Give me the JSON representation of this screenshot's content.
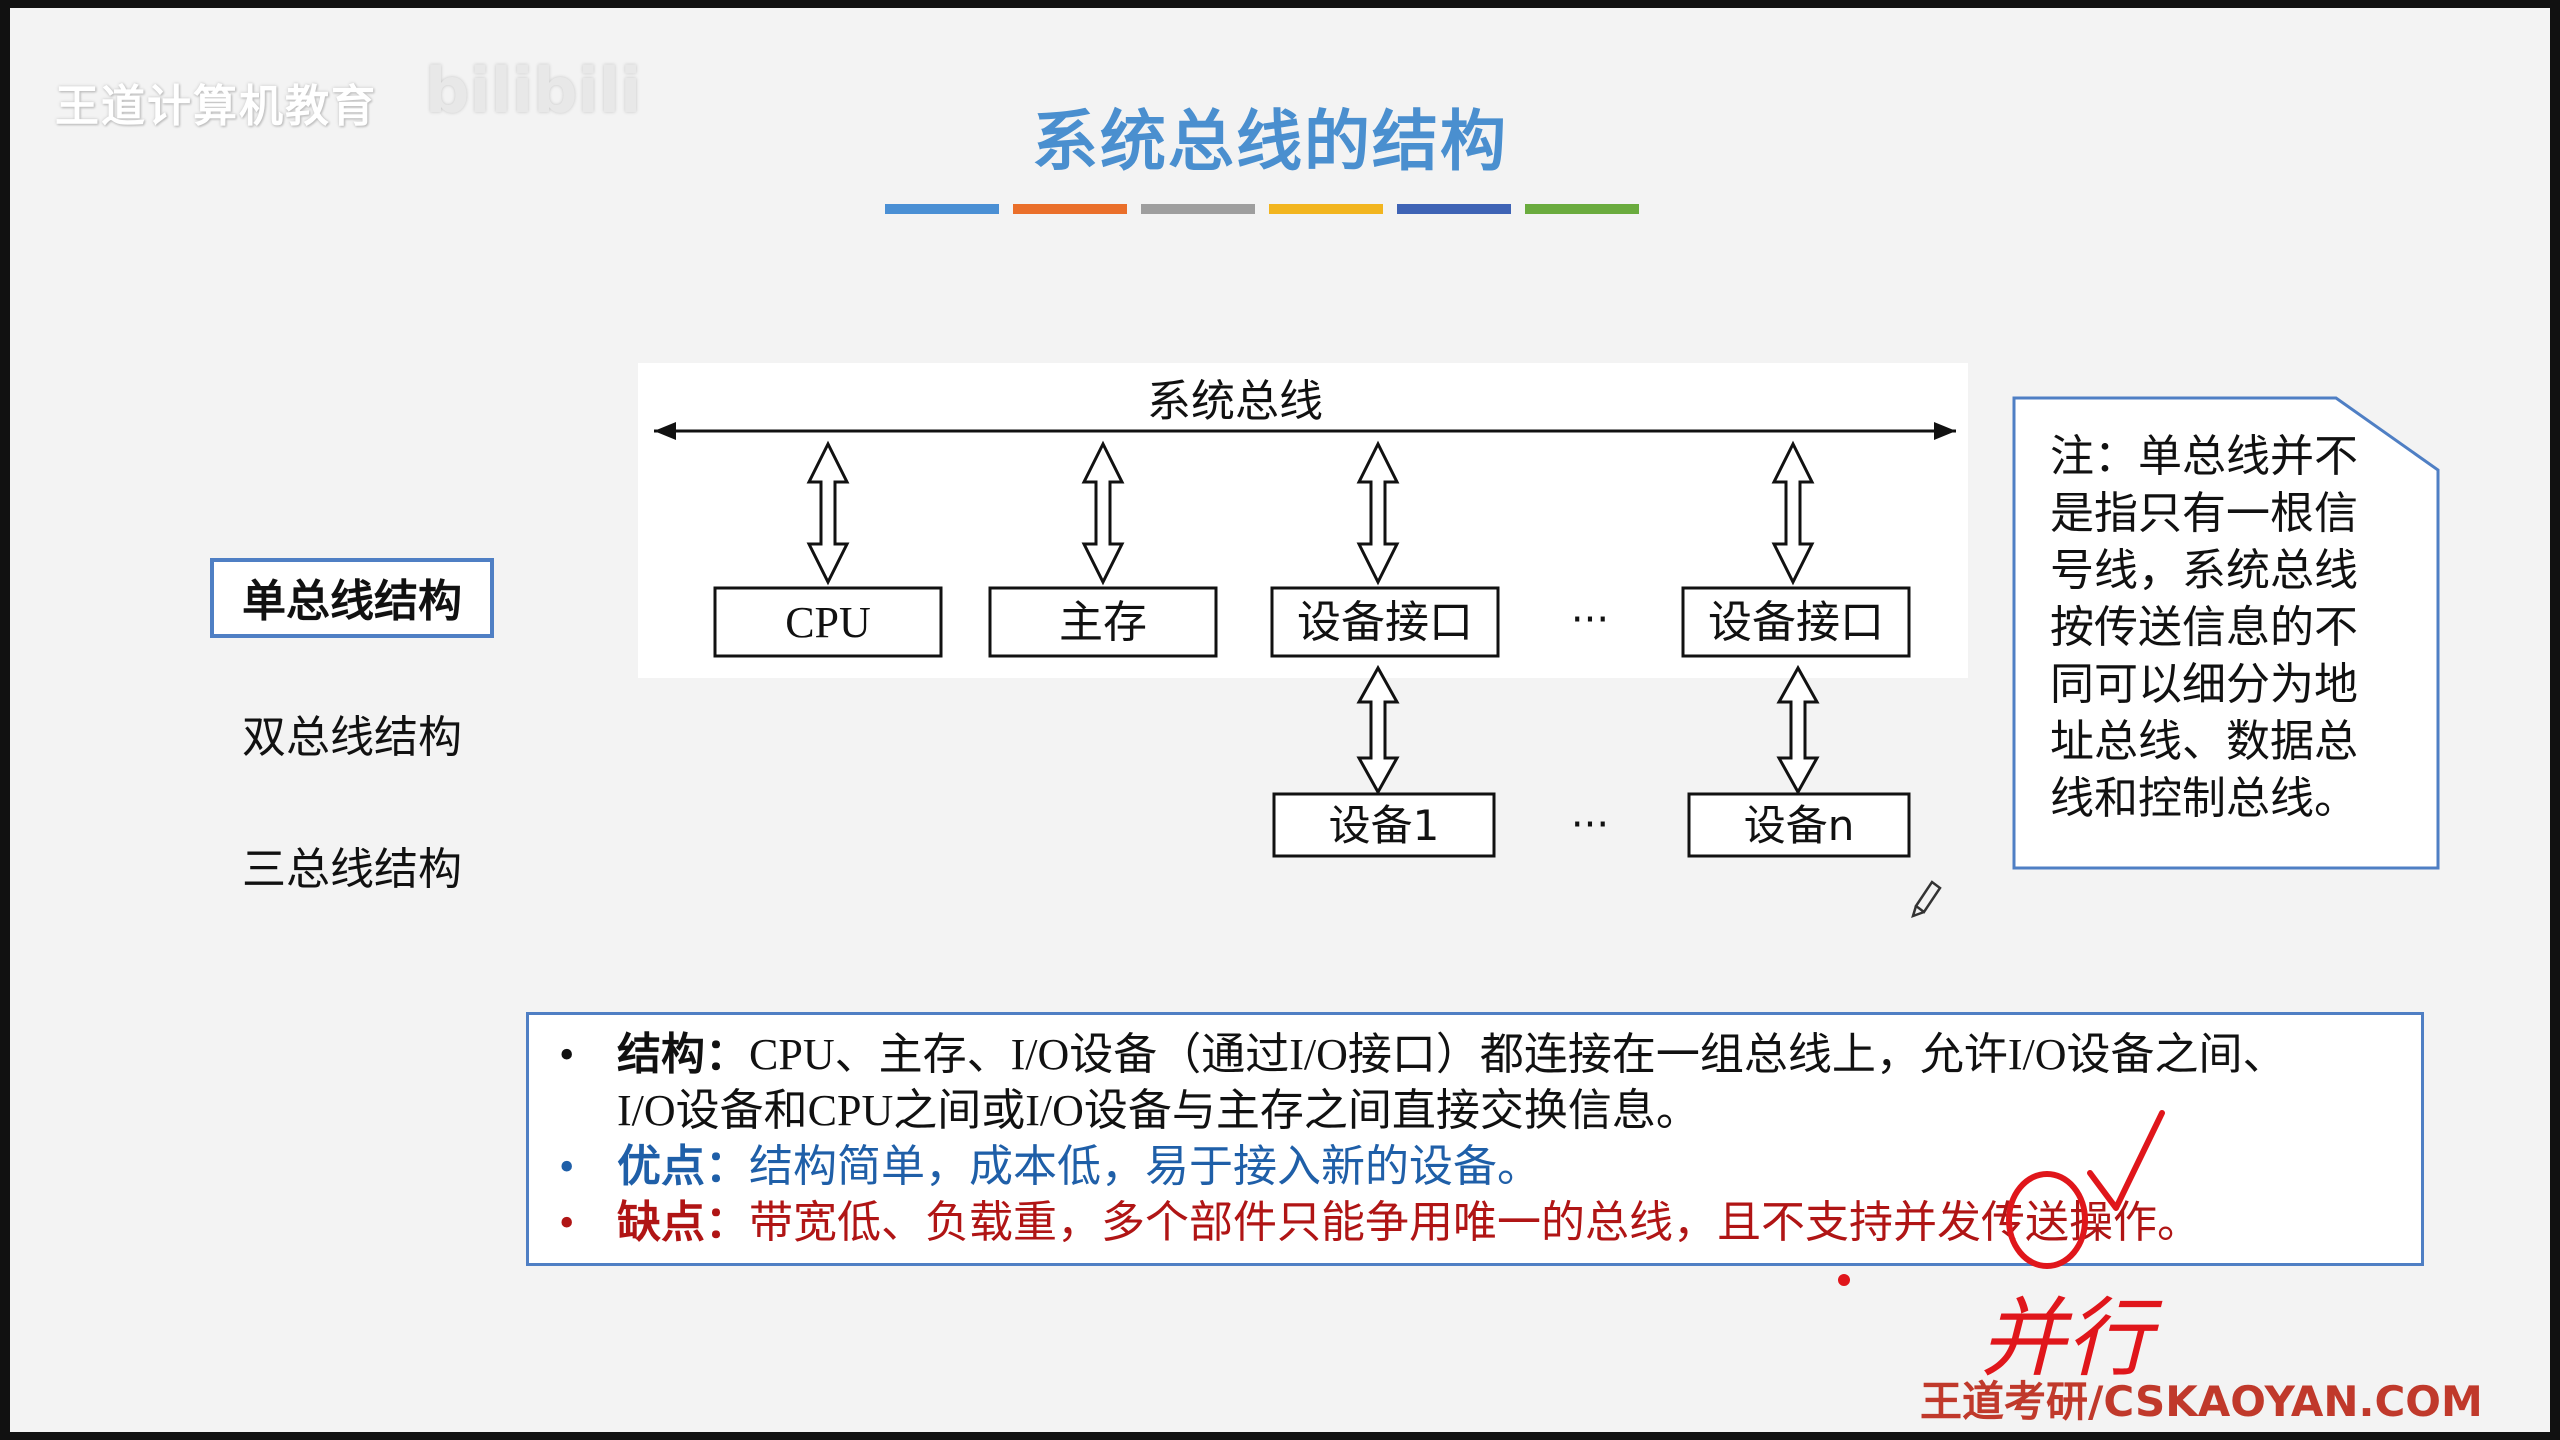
{
  "header": {
    "org_logo": "王道计算机教育",
    "bili_mark": "bilibili",
    "title": "系统总线的结构",
    "color_bars": [
      "#4a8fd4",
      "#ea6f2a",
      "#9e9e9e",
      "#f2b51f",
      "#3e63b5",
      "#6aab3e"
    ]
  },
  "nav": {
    "single": "单总线结构",
    "double": "双总线结构",
    "triple": "三总线结构"
  },
  "diagram": {
    "bus_label": "系统总线",
    "modules": [
      "CPU",
      "主存",
      "设备接口",
      "设备接口"
    ],
    "devices": [
      "设备1",
      "设备n"
    ],
    "ellipsis": "···"
  },
  "note": {
    "text": "注：单总线并不是指只有一根信号线，系统总线按传送信息的不同可以细分为地址总线、数据总线和控制总线。"
  },
  "info": {
    "bullet": "•",
    "structure_head": "结构：",
    "structure_text_1": "CPU、主存、I/O设备（通过I/O接口）都连接在一组总线上，允许I/O设备之间、",
    "structure_text_2": "I/O设备和CPU之间或I/O设备与主存之间直接交换信息。",
    "pros_head": "优点：",
    "pros_text": "结构简单，成本低，易于接入新的设备。",
    "cons_head": "缺点：",
    "cons_text": "带宽低、负载重，多个部件只能争用唯一的总线，且不支持并发传送操作。"
  },
  "annotation": {
    "handwritten": "并行"
  },
  "footer": {
    "watermark": "王道考研/CSKAOYAN.COM"
  }
}
